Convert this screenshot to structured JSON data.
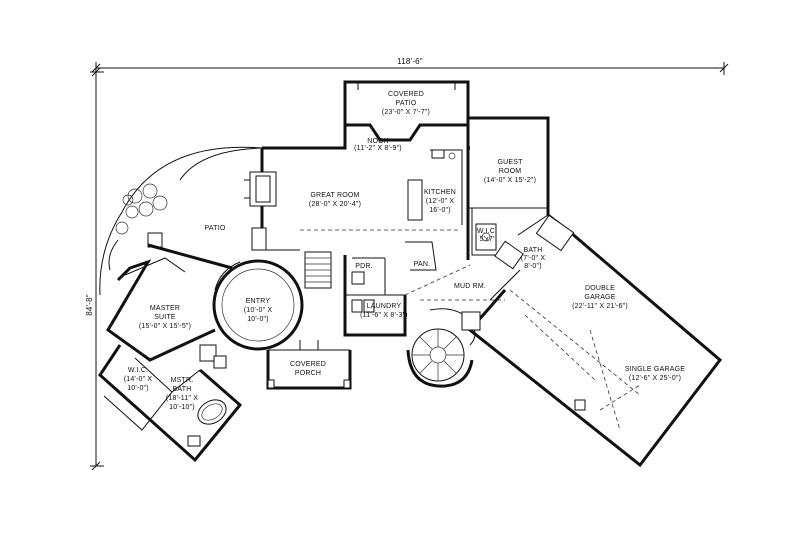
{
  "dimensions": {
    "overall_width": "118'-6\"",
    "overall_depth": "84'-8\""
  },
  "rooms": {
    "covered_patio": {
      "name": "COVERED\nPATIO",
      "line1": "COVERED",
      "line2": "PATIO",
      "size": "(23'-0\" X 7'-7\")"
    },
    "nook": {
      "name": "NOOK",
      "size": "(11'-2\" X 8'-9\")"
    },
    "great_room": {
      "name": "GREAT ROOM",
      "size": "(28'-0\" X 20'-4\")"
    },
    "kitchen": {
      "name": "KITCHEN",
      "size_line1": "(12'-0\" X",
      "size_line2": "16'-0\")"
    },
    "guest_room": {
      "line1": "GUEST",
      "line2": "ROOM",
      "size": "(14'-0\" X 15'-2\")"
    },
    "patio": {
      "name": "PATIO"
    },
    "wic_guest": {
      "line1": "W.I.C.",
      "line2": "5'x7'"
    },
    "bath": {
      "name": "BATH",
      "size_line1": "(7'-0\" X",
      "size_line2": "8'-0\")"
    },
    "pdr": {
      "name": "PDR."
    },
    "pan": {
      "name": "PAN."
    },
    "mud_rm": {
      "name": "MUD RM."
    },
    "laundry": {
      "name": "LAUNDRY",
      "size": "(11'-6\" X 8'-3\")"
    },
    "double_garage": {
      "line1": "DOUBLE",
      "line2": "GARAGE",
      "size": "(22'-11\" X 21'-6\")"
    },
    "master_suite": {
      "line1": "MASTER",
      "line2": "SUITE",
      "size": "(15'-0\" X 15'-5\")"
    },
    "entry": {
      "name": "ENTRY",
      "size_line1": "(10'-0\" X",
      "size_line2": "10'-0\")"
    },
    "covered_porch": {
      "line1": "COVERED",
      "line2": "PORCH"
    },
    "single_garage": {
      "name": "SINGLE GARAGE",
      "size": "(12'-6\" X 25'-0\")"
    },
    "wic_master": {
      "name": "W.I.C.",
      "size_line1": "(14'-0\" X",
      "size_line2": "10'-0\")"
    },
    "master_bath": {
      "line1": "MSTR.",
      "line2": "BATH",
      "size_line1": "(18'-11\" X",
      "size_line2": "10'-10\")"
    }
  }
}
